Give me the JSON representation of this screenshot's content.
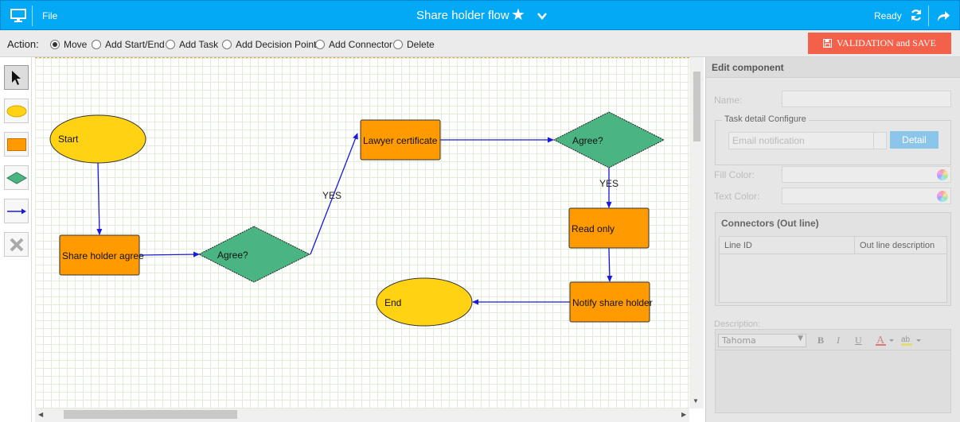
{
  "titlebar": {
    "file_label": "File",
    "title": "Share holder flow",
    "status": "Ready",
    "icons": [
      "monitor-icon",
      "star-icon",
      "chevron-down-icon",
      "refresh-icon",
      "share-icon"
    ]
  },
  "actions": {
    "label": "Action:",
    "options": [
      "Move",
      "Add Start/End",
      "Add Task",
      "Add Decision Point",
      "Add Connector",
      "Delete"
    ],
    "selected": "Move",
    "save_label": "VALIDATION and SAVE",
    "save_color": "#f4614b"
  },
  "palette": {
    "tools": [
      "pointer-tool",
      "start-end-tool",
      "task-tool",
      "decision-tool",
      "connector-tool",
      "delete-tool"
    ]
  },
  "diagram": {
    "nodes": {
      "start": "Start",
      "share_holder_agree": "Share holder agree",
      "agree1": "Agree?",
      "lawyer": "Lawyer certificate",
      "agree2": "Agree?",
      "read_only": "Read only",
      "notify": "Notify share holder",
      "end": "End"
    },
    "edge_labels": {
      "yes1": "YES",
      "yes2": "YES"
    },
    "colors": {
      "start_end": "#ffd314",
      "task": "#ff9a00",
      "decision": "#4ab583",
      "edge": "#1a1adc"
    }
  },
  "panel": {
    "header": "Edit component",
    "name_label": "Name:",
    "task_config_legend": "Task detail Configure",
    "notification_value": "Email notification",
    "detail_button": "Detail",
    "fill_color_label": "Fill Color:",
    "text_color_label": "Text Color:",
    "connectors_title": "Connectors (Out line)",
    "col_line_id": "Line ID",
    "col_out_desc": "Out line description",
    "description_label": "Description:",
    "font_value": "Tahoma",
    "format_bold": "B",
    "format_italic": "I",
    "format_underline": "U"
  }
}
